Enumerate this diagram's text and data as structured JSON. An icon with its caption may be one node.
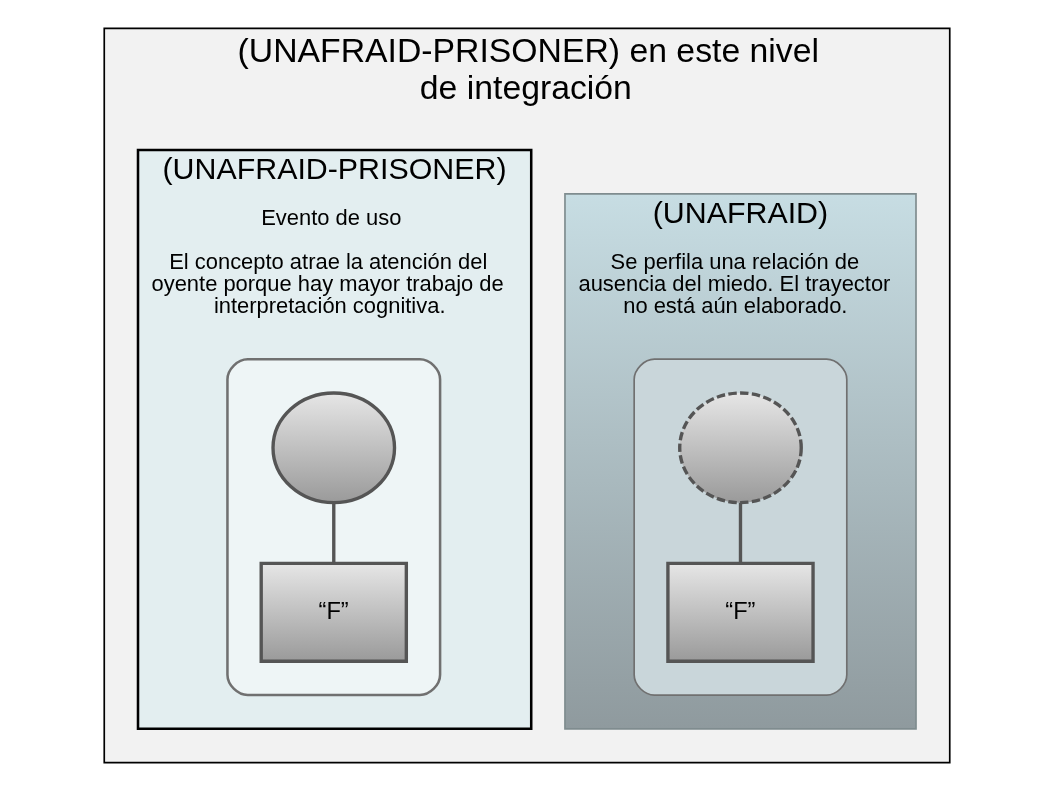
{
  "diagram": {
    "nodes": [
      {
        "text": [
          "(UNAFRAID-PRISONER) en este nivel de integración"
        ]
      },
      {
        "text": [
          "(UNAFRAID)",
          "Se perfila una relación de ausencia del miedo. El trayector no está aún elaborado."
        ],
        "in": 0
      },
      {
        "text": [],
        "shape": "box",
        "in": 1
      },
      {
        "text": [],
        "shape": "circle",
        "in": 2
      },
      {
        "text": [
          "“F”"
        ],
        "in": 2
      },
      {
        "text": [
          "(UNAFRAID-PRISONER)",
          "Evento de uso",
          "El concepto atrae la atención del oyente porque hay mayor trabajo de interpretación cognitiva."
        ],
        "in": 0
      },
      {
        "text": [],
        "shape": "box",
        "in": 5
      },
      {
        "text": [],
        "shape": "circle",
        "in": 6
      },
      {
        "text": [
          "“F”"
        ],
        "in": 6
      }
    ],
    "edges": [
      {
        "from": 3,
        "to": 4,
        "arrow": "none"
      },
      {
        "from": 7,
        "to": 8,
        "arrow": "none"
      }
    ]
  }
}
